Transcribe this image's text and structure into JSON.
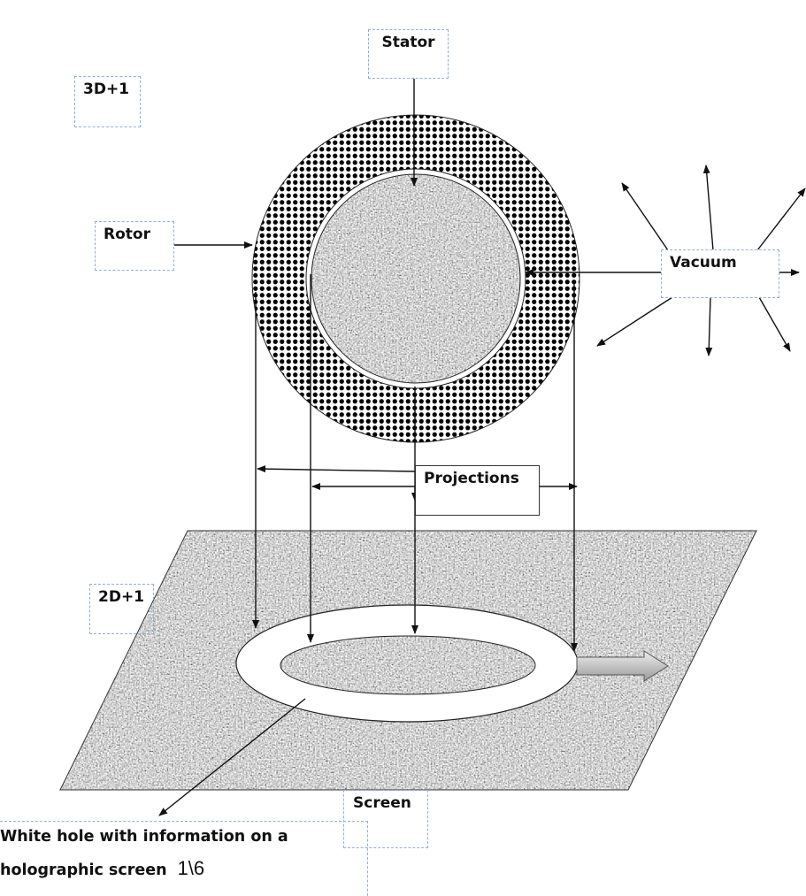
{
  "labels": {
    "stator": "Stator",
    "dim_3d": "3D+1",
    "rotor": "Rotor",
    "vacuum": "Vacuum",
    "projections": "Projections",
    "dim_2d": "2D+1",
    "screen": "Screen",
    "white_hole_line1": "White hole with information on a",
    "white_hole_line2": "holographic screen",
    "page_number": "1\\6"
  },
  "colors": {
    "line": "#111111",
    "label_border": "#8fb0d6",
    "noise_gray": "#9a9a9a"
  }
}
